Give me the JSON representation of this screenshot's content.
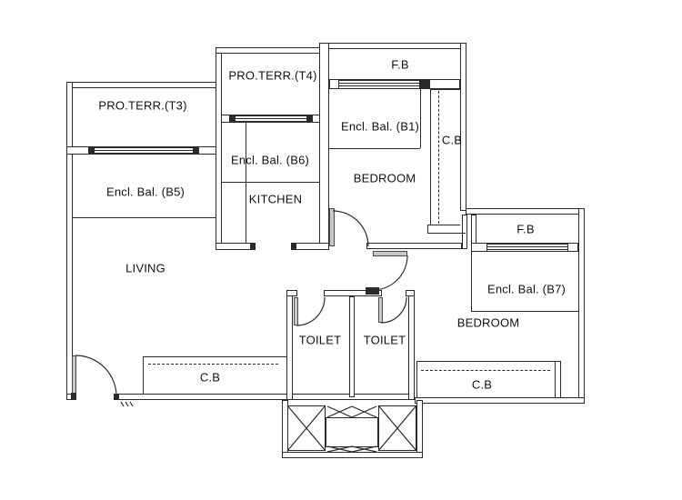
{
  "type": "floor-plan",
  "labels": {
    "pro_terr_t3": "PRO.TERR.(T3)",
    "pro_terr_t4": "PRO.TERR.(T4)",
    "fb_top": "F.B",
    "encl_bal_b1": "Encl. Bal. (B1)",
    "cb_top_right": "C.B",
    "bedroom_top": "BEDROOM",
    "encl_bal_b6": "Encl. Bal. (B6)",
    "kitchen": "KITCHEN",
    "encl_bal_b5": "Encl. Bal. (B5)",
    "living": "LIVING",
    "fb_right": "F.B",
    "encl_bal_b7": "Encl. Bal. (B7)",
    "bedroom_right": "BEDROOM",
    "toilet_left": "TOILET",
    "toilet_right": "TOILET",
    "cb_bottom_left": "C.B",
    "cb_bottom_right": "C.B"
  },
  "line_color": "#2a2a2a"
}
